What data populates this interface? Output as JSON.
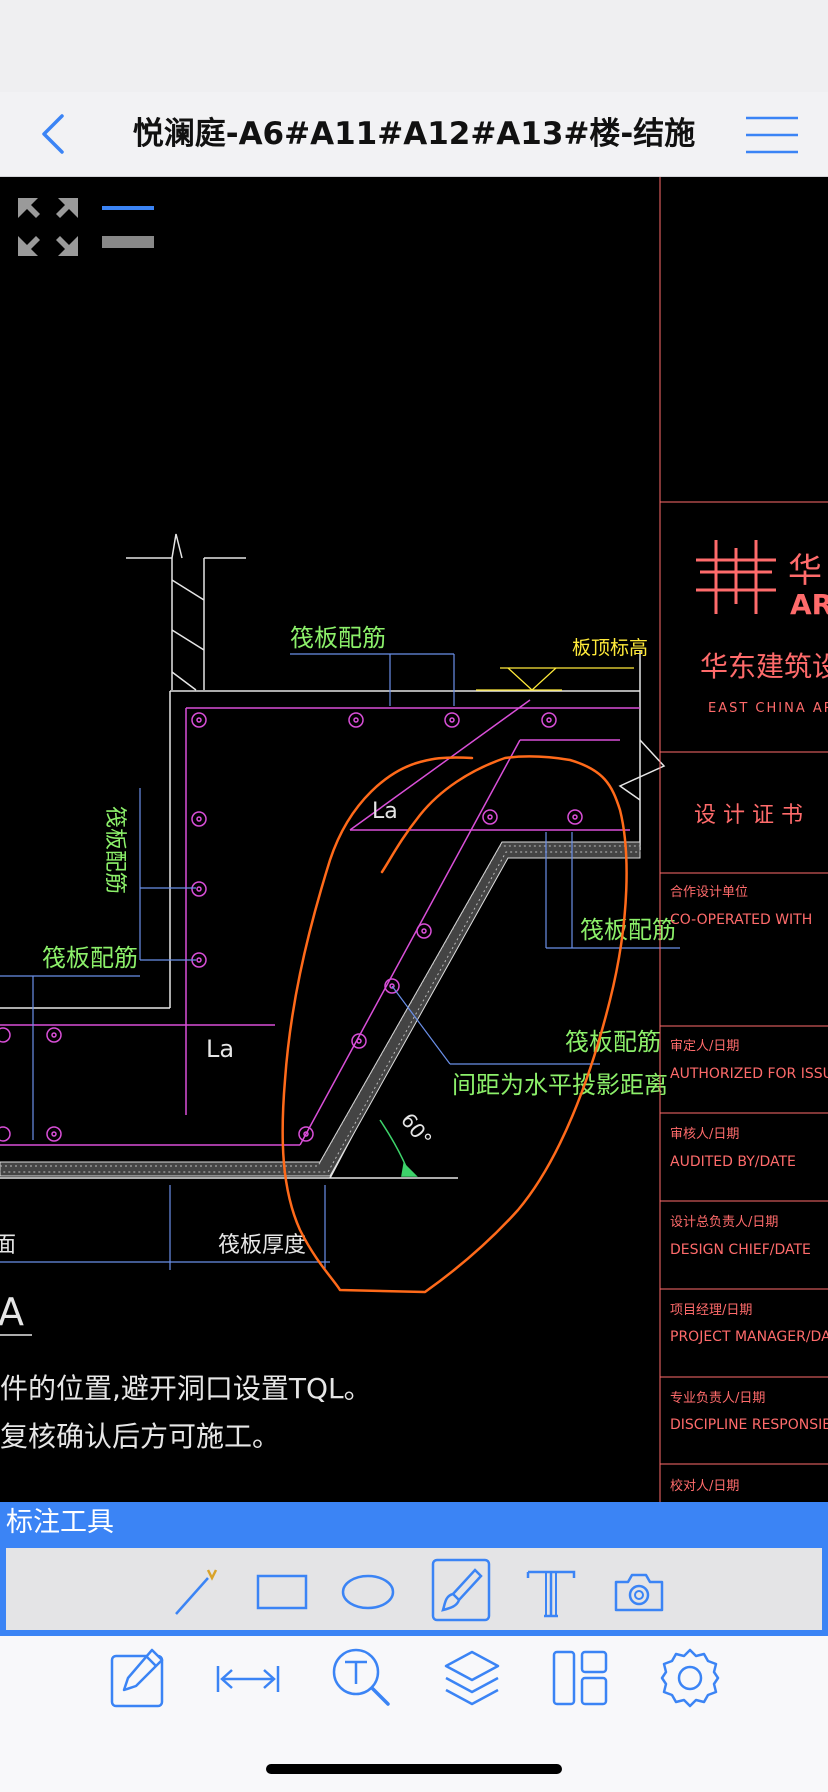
{
  "nav": {
    "title": "悦澜庭-A6#A11#A12#A13#楼-结施"
  },
  "drawing": {
    "labels": {
      "raft_rebar": "筏板配筋",
      "slab_top_elev": "板顶标高",
      "la": "La",
      "spacing_note": "间距为水平投影距离",
      "angle": "60°",
      "raft_thickness": "筏板厚度",
      "face_fragment": "面",
      "section_mark": "A",
      "note_line_1": "件的位置,避开洞口设置TQL。",
      "note_line_2": "复核确认后方可施工。"
    },
    "title_block": {
      "company_cn": "华东建筑设计",
      "company_en": "EAST CHINA ARCHI",
      "logo_char": "华",
      "logo_letters": "AR",
      "cert": "设 计 证 书",
      "rows": [
        {
          "cn": "合作设计单位",
          "en": "CO-OPERATED WITH"
        },
        {
          "cn": "审定人/日期",
          "en": "AUTHORIZED FOR ISSUE BY/D"
        },
        {
          "cn": "审核人/日期",
          "en": "AUDITED BY/DATE"
        },
        {
          "cn": "设计总负责人/日期",
          "en": "DESIGN CHIEF/DATE"
        },
        {
          "cn": "项目经理/日期",
          "en": "PROJECT MANAGER/DATE"
        },
        {
          "cn": "专业负责人/日期",
          "en": "DISCIPLINE RESPONSIBLE BY/"
        },
        {
          "cn": "校对人/日期",
          "en": ""
        }
      ]
    }
  },
  "annotation_panel": {
    "title": "标注工具",
    "tools": [
      "line-tool",
      "rectangle-tool",
      "ellipse-tool",
      "brush-tool",
      "text-tool",
      "camera-tool"
    ],
    "selected": "brush-tool"
  },
  "bottom_toolbar": {
    "tabs": [
      "edit",
      "measure",
      "text-search",
      "layers",
      "layout",
      "settings"
    ]
  },
  "colors": {
    "accent": "#3b84f5",
    "cad_green": "#8cf06a",
    "cad_magenta": "#d94fd8",
    "cad_blue": "#6a8fe8",
    "cad_yellow": "#ffea3a",
    "markup_orange": "#ff6a1a",
    "title_block_red": "#ff6b6b"
  }
}
